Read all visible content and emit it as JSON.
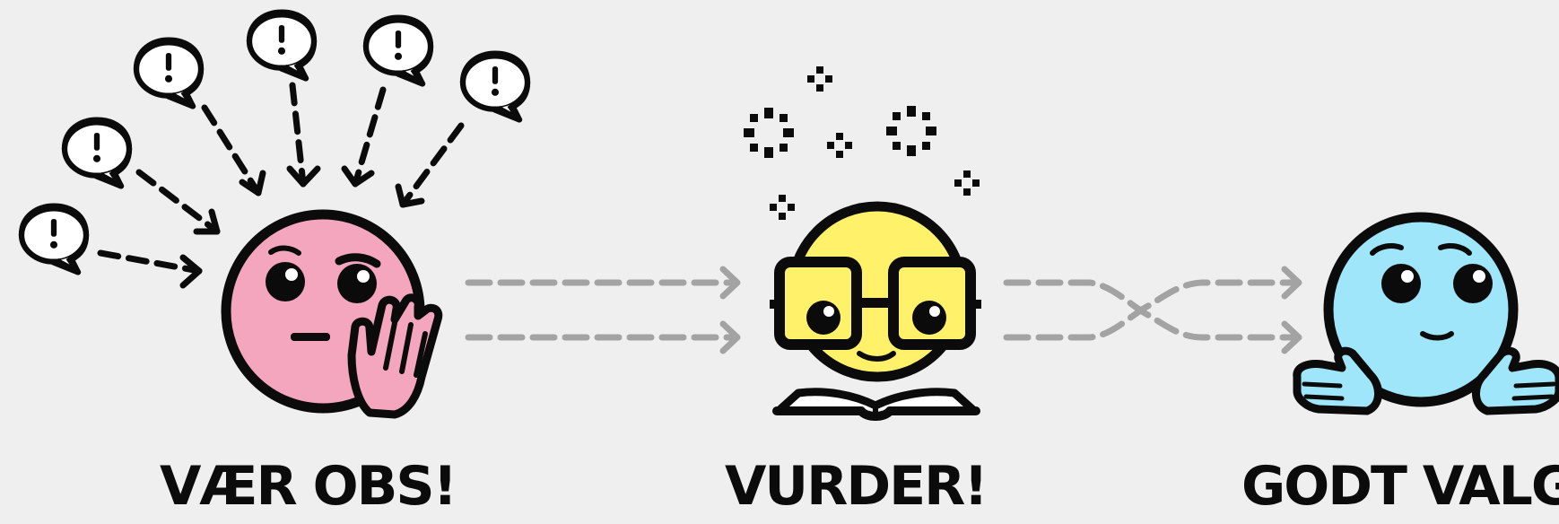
{
  "steps": [
    {
      "id": "obs",
      "caption": "VÆR OBS!",
      "face_color": "#f4a6bf",
      "icon": "face-with-hand-alert-icon"
    },
    {
      "id": "vurder",
      "caption": "VURDER!",
      "face_color": "#fff26a",
      "icon": "nerd-face-reading-icon"
    },
    {
      "id": "valg",
      "caption": "GODT VALG",
      "face_color": "#9fe6fb",
      "icon": "relieved-face-open-hands-icon"
    }
  ],
  "colors": {
    "background": "#efefef",
    "ink": "#0b0b0b",
    "connector": "#a3a3a3",
    "hand_pink": "#f4a6bf",
    "book": "#ffffff"
  },
  "icons": [
    "speech-bubble-exclamation-icon",
    "dashed-arrow-icon",
    "sparkle-icon"
  ]
}
